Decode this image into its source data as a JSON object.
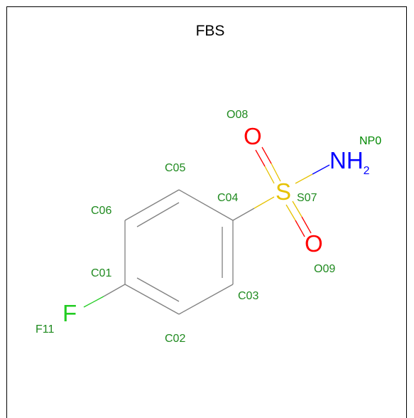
{
  "title": "FBS",
  "colors": {
    "bond": "#808080",
    "label": "#1f8a1f",
    "carbon": "#808080",
    "fluorine": "#22cc22",
    "oxygen": "#ff0000",
    "sulfur": "#e6c200",
    "nitrogen": "#0000ff",
    "nitrogen_label": "#008800"
  },
  "atoms": {
    "C01": "C01",
    "C02": "C02",
    "C03": "C03",
    "C04": "C04",
    "C05": "C05",
    "C06": "C06",
    "S07": "S07",
    "O08": "O08",
    "O09": "O09",
    "NP0": "NP0",
    "F11": "F11"
  },
  "elements": {
    "F": "F",
    "S": "S",
    "O_top": "O",
    "O_bottom": "O",
    "N": "NH",
    "N_sub": "2"
  }
}
